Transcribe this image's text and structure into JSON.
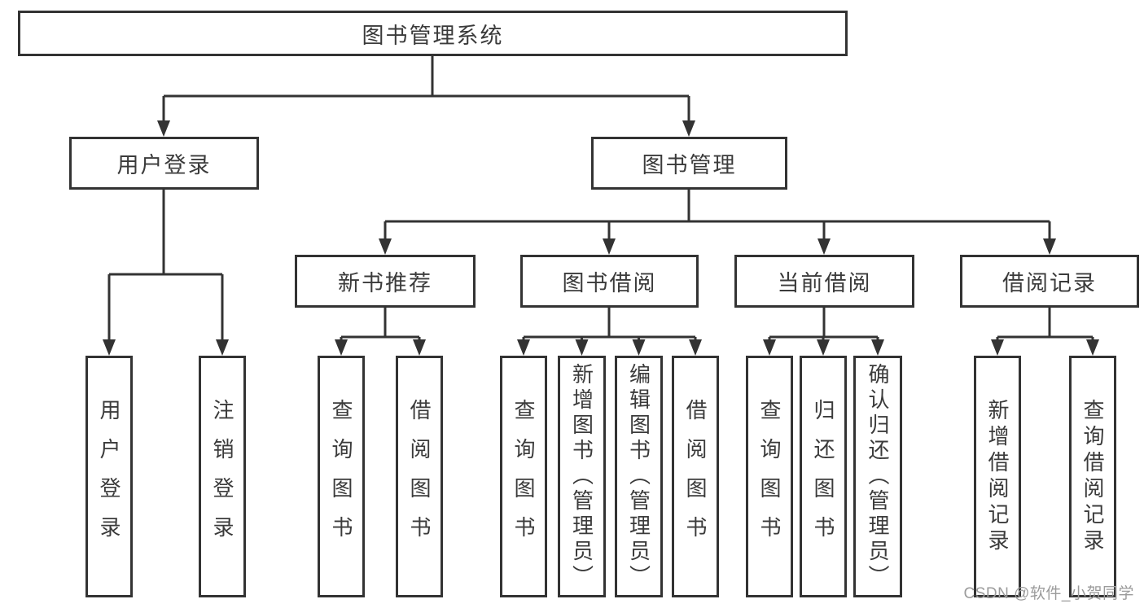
{
  "tree": {
    "root": {
      "label": "图书管理系统",
      "children": [
        {
          "label": "用户登录",
          "children": [
            {
              "label": "用户登录"
            },
            {
              "label": "注销登录"
            }
          ]
        },
        {
          "label": "图书管理",
          "children": [
            {
              "label": "新书推荐",
              "children": [
                {
                  "label": "查询图书"
                },
                {
                  "label": "借阅图书"
                }
              ]
            },
            {
              "label": "图书借阅",
              "children": [
                {
                  "label": "查询图书"
                },
                {
                  "label": "新增图书（管理员）"
                },
                {
                  "label": "编辑图书（管理员）"
                },
                {
                  "label": "借阅图书"
                }
              ]
            },
            {
              "label": "当前借阅",
              "children": [
                {
                  "label": "查询图书"
                },
                {
                  "label": "归还图书"
                },
                {
                  "label": "确认归还（管理员）"
                }
              ]
            },
            {
              "label": "借阅记录",
              "children": [
                {
                  "label": "新增借阅记录"
                },
                {
                  "label": "查询借阅记录"
                }
              ]
            }
          ]
        }
      ]
    }
  },
  "watermark": {
    "text": "CSDN @软件_小贺同学"
  },
  "colors": {
    "line": "#333333",
    "ink": "#3b3b3b",
    "watermark": "#9b9b9b",
    "background": "#ffffff"
  }
}
